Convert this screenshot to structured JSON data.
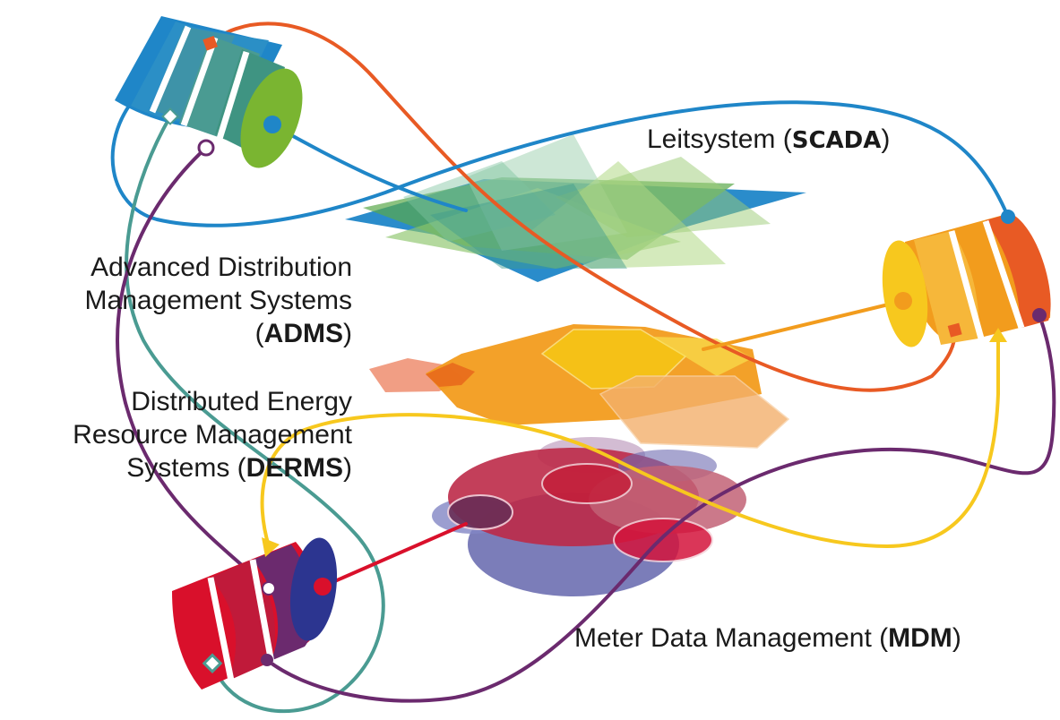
{
  "labels": {
    "scada": {
      "prefix": "Leitsystem (",
      "acronym": "SCADA",
      "suffix": ")"
    },
    "adms": {
      "line1": "Advanced Distribution",
      "line2": "Management Systems",
      "prefix": "(",
      "acronym": "ADMS",
      "suffix": ")"
    },
    "derms": {
      "line1": "Distributed Energy",
      "line2": "Resource Management",
      "prefix": "Systems (",
      "acronym": "DERMS",
      "suffix": ")"
    },
    "mdm": {
      "prefix": "Meter Data Management (",
      "acronym": "MDM",
      "suffix": ")"
    }
  },
  "colors": {
    "scada_blue": "#1f86c8",
    "adms_orange": "#e85a24",
    "derms_yellow": "#f7c81e",
    "mdm_purple": "#6b2a6e",
    "teal": "#4a9b92",
    "green": "#7ab531",
    "red": "#d9102b",
    "navy": "#2c3590"
  }
}
